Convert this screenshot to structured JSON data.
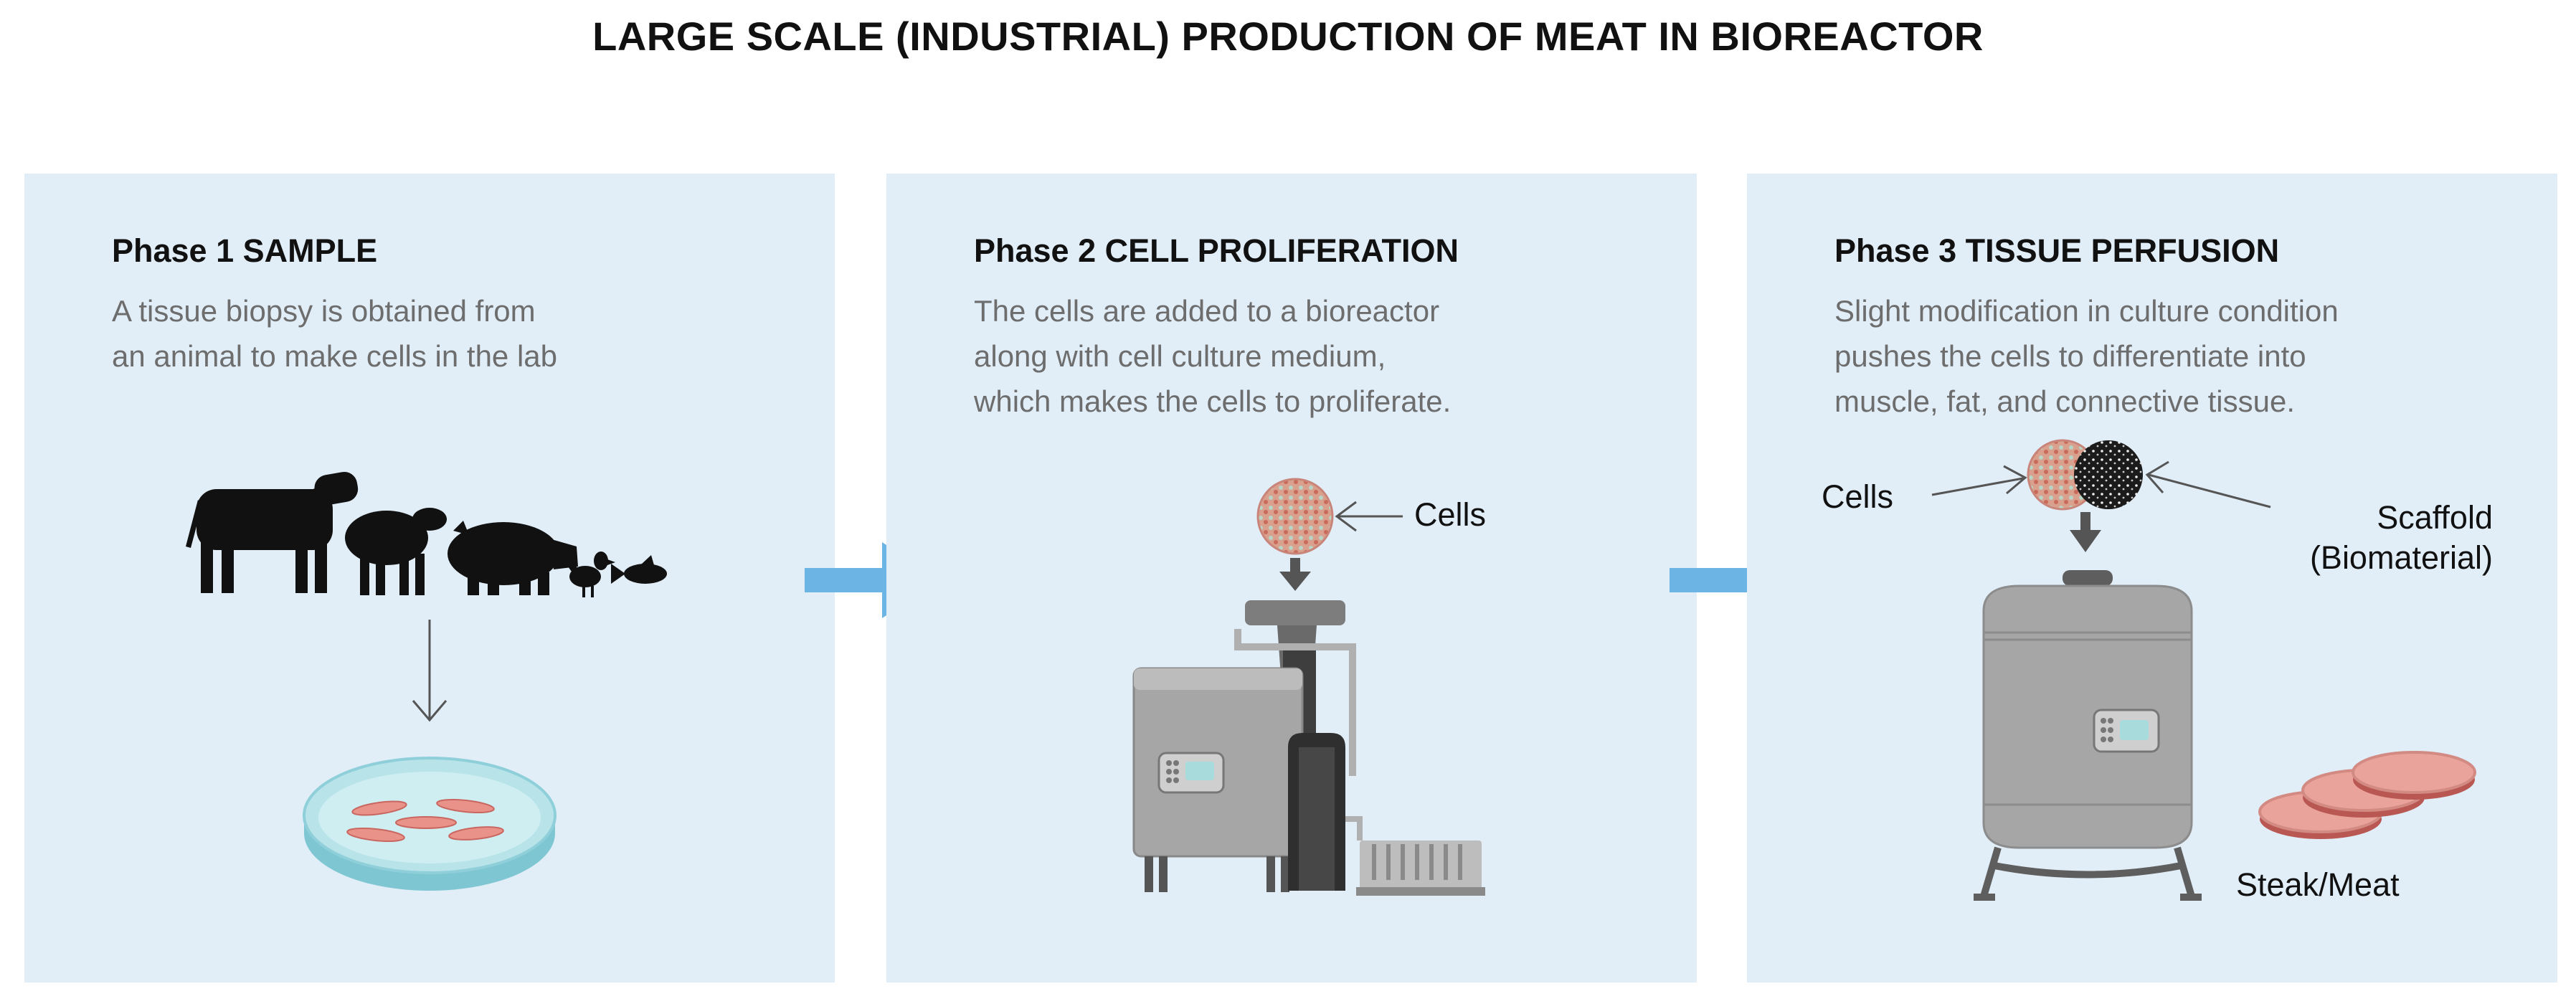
{
  "title": "LARGE SCALE (INDUSTRIAL) PRODUCTION OF MEAT IN BIOREACTOR",
  "colors": {
    "panel_bg": "#e1eef8",
    "flow_arrow": "#6cb4e4",
    "machine_gray": "#9e9e9e",
    "silhouette": "#111111",
    "meat_pink": "#e8928a"
  },
  "phases": [
    {
      "title": "Phase 1 SAMPLE",
      "desc_lines": [
        "A tissue biopsy is obtained from",
        "an animal to make cells in the lab"
      ]
    },
    {
      "title": "Phase 2 CELL PROLIFERATION",
      "desc_lines": [
        "The cells are added to a bioreactor",
        "along with cell culture medium,",
        "which makes the cells to proliferate."
      ],
      "labels": {
        "cells": "Cells"
      }
    },
    {
      "title": "Phase 3 TISSUE PERFUSION",
      "desc_lines": [
        "Slight modification in culture condition",
        "pushes the cells to differentiate into",
        "muscle, fat, and connective tissue."
      ],
      "labels": {
        "cells": "Cells",
        "scaffold": "Scaffold",
        "biomaterial": "(Biomaterial)",
        "product": "Steak/Meat"
      }
    }
  ]
}
